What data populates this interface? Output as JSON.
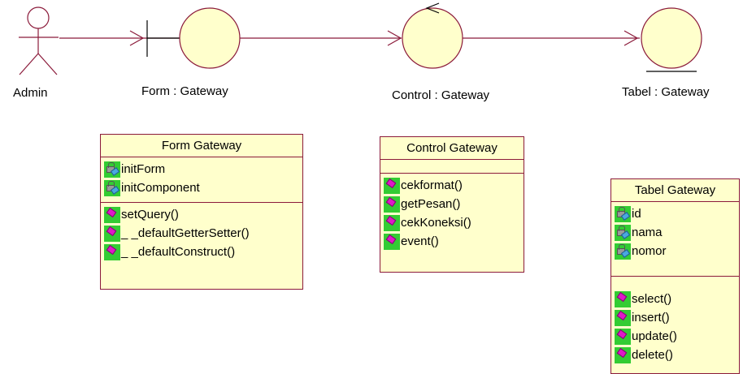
{
  "diagram": {
    "actor": {
      "label": "Admin"
    },
    "boundary": {
      "label": "Form : Gateway"
    },
    "control": {
      "label": "Control : Gateway"
    },
    "entity": {
      "label": "Tabel : Gateway"
    }
  },
  "classes": {
    "form": {
      "name": "Form Gateway",
      "attributes": [
        "initForm",
        "initComponent"
      ],
      "operations": [
        "setQuery()",
        "_ _defaultGetterSetter()",
        "_ _defaultConstruct()"
      ]
    },
    "control": {
      "name": "Control Gateway",
      "attributes": [],
      "operations": [
        "cekformat()",
        "getPesan()",
        "cekKoneksi()",
        "event()"
      ]
    },
    "tabel": {
      "name": "Tabel Gateway",
      "attributes": [
        "id",
        "nama",
        "nomor"
      ],
      "operations": [
        "select()",
        "insert()",
        "update()",
        "delete()"
      ]
    }
  },
  "colors": {
    "line": "#8b1a3a",
    "shape_fill": "#ffffcc",
    "icon_bg": "#33cc33",
    "operation_icon": "#e018c8"
  }
}
